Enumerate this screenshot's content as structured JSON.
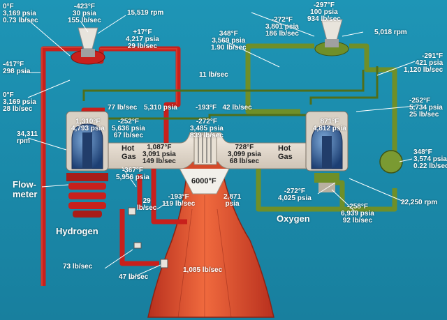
{
  "colors": {
    "background": "#1d8fb0",
    "hydrogen_pipe": "#c8201c",
    "oxygen_pipe": "#6f8f28",
    "hot_gas_duct": "#e6dcd0",
    "nozzle": "#e24a2a"
  },
  "labels": {
    "fuel_inlet": [
      "0°F",
      "3,169 psia",
      "0.73 lb/sec"
    ],
    "lh2_inlet": [
      "-423°F",
      "30 psia",
      "155 lb/sec"
    ],
    "fuel_low_pump_rpm": "15,519 rpm",
    "fuel_low_pump_out": [
      "+17°F",
      "4,217 psia",
      "29 lb/sec"
    ],
    "fuel_preburner_supply": [
      "-417°F",
      "298 psia"
    ],
    "fuel_bleed": [
      "0°F",
      "3,169 psia",
      "28 lb/sec"
    ],
    "ox_bleed_flow": "11 lb/sec",
    "ox_low_pump_temp": [
      "348°F",
      "3,569 psia",
      "1.90 lb/sec"
    ],
    "lox_tap": [
      "-272°F",
      "3,801 psia",
      "186 lb/sec"
    ],
    "lox_inlet": [
      "-297°F",
      "100 psia",
      "934 lb/sec"
    ],
    "ox_low_pump_rpm": "5,018 rpm",
    "lox_main_line": [
      "-291°F",
      "421 psia",
      "1,120 lb/sec"
    ],
    "coolant_flow": "77 lb/sec",
    "coolant_pressure": "5,310 psia",
    "coolant_return": [
      "-193°F",
      "42 lb/sec"
    ],
    "ox_preburner_supply": [
      "-252°F",
      "5,734 psia",
      "25 lb/sec"
    ],
    "fuel_preburner_temp": [
      "1,310°F",
      "4,793 psia"
    ],
    "fuel_preburner_inlet": [
      "-252°F",
      "5,636 psia",
      "67 lb/sec"
    ],
    "injector": [
      "-272°F",
      "3,485 psia",
      "839 lb/sec"
    ],
    "ox_preburner_temp": [
      "871°F",
      "4,812 psia"
    ],
    "fuel_turbine_rpm": [
      "34,311",
      "rpm"
    ],
    "hot_gas_word": "Hot",
    "gas_word": "Gas",
    "fuel_hot_gas": [
      "1,087°F",
      "3,091 psia",
      "149 lb/sec"
    ],
    "ox_hot_gas": [
      "728°F",
      "3,099 psia",
      "68 lb/sec"
    ],
    "ox_repress": [
      "348°F",
      "3,574 psia",
      "0.22 lb/sec"
    ],
    "fuel_pump_discharge": [
      "-367°F",
      "5,956 psia"
    ],
    "chamber_temp": "6000°F",
    "flowmeter": [
      "Flow-",
      "meter"
    ],
    "nozzle_coolant_flow": [
      "29",
      "lb/sec"
    ],
    "nozzle_coolant": [
      "-193°F",
      "119 lb/sec"
    ],
    "chamber_pressure": [
      "2,871",
      "psia"
    ],
    "ox_main_valve": [
      "-272°F",
      "4,025 psia"
    ],
    "ox_turbine_rpm": "22,250 rpm",
    "ox_pump_discharge": [
      "-258°F",
      "6,939 psia",
      "92 lb/sec"
    ],
    "hydrogen_title": "Hydrogen",
    "oxygen_title": "Oxygen",
    "fuel_bypass": "73 lb/sec",
    "nozzle_bypass": "47 lb/sec",
    "nozzle_flow": "1,085 lb/sec"
  }
}
